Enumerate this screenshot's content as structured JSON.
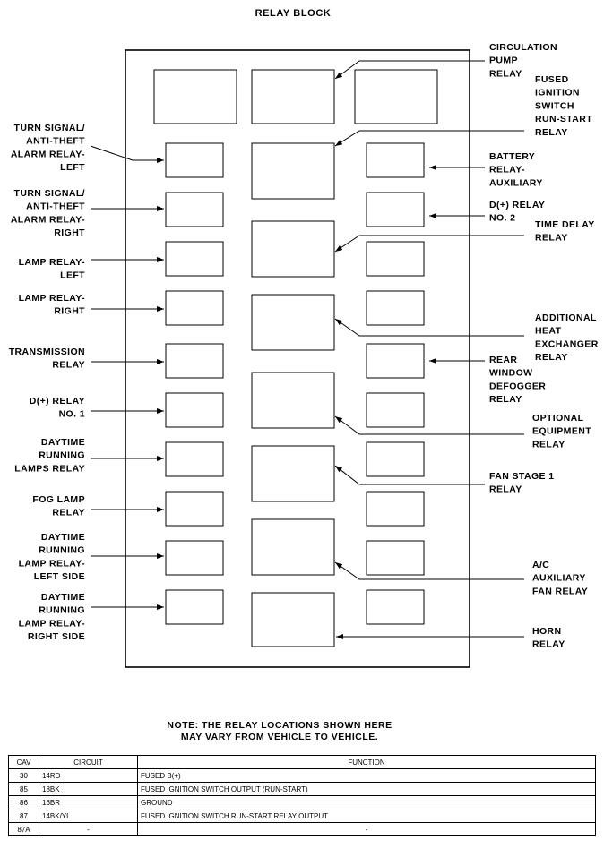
{
  "title": "RELAY BLOCK",
  "left_labels": [
    {
      "id": "turn-signal-left",
      "lines": [
        "TURN SIGNAL/",
        "ANTI-THEFT",
        "ALARM RELAY-",
        "LEFT"
      ]
    },
    {
      "id": "turn-signal-right",
      "lines": [
        "TURN SIGNAL/",
        "ANTI-THEFT",
        "ALARM RELAY-",
        "RIGHT"
      ]
    },
    {
      "id": "lamp-relay-left",
      "lines": [
        "LAMP RELAY-",
        "LEFT"
      ]
    },
    {
      "id": "lamp-relay-right",
      "lines": [
        "LAMP RELAY-",
        "RIGHT"
      ]
    },
    {
      "id": "transmission-relay",
      "lines": [
        "TRANSMISSION",
        "RELAY"
      ]
    },
    {
      "id": "d-plus-relay-1",
      "lines": [
        "D(+) RELAY",
        "NO. 1"
      ]
    },
    {
      "id": "drl-relay",
      "lines": [
        "DAYTIME",
        "RUNNING",
        "LAMPS RELAY"
      ]
    },
    {
      "id": "fog-lamp-relay",
      "lines": [
        "FOG LAMP",
        "RELAY"
      ]
    },
    {
      "id": "drl-left-side",
      "lines": [
        "DAYTIME",
        "RUNNING",
        "LAMP RELAY-",
        "LEFT SIDE"
      ]
    },
    {
      "id": "drl-right-side",
      "lines": [
        "DAYTIME",
        "RUNNING",
        "LAMP RELAY-",
        "RIGHT SIDE"
      ]
    }
  ],
  "right_labels": [
    {
      "id": "circulation-pump-relay",
      "lines": [
        "CIRCULATION",
        "PUMP",
        "RELAY"
      ]
    },
    {
      "id": "fused-ignition-relay",
      "lines": [
        "FUSED",
        "IGNITION",
        "SWITCH",
        "RUN-START",
        "RELAY"
      ]
    },
    {
      "id": "battery-relay-aux",
      "lines": [
        "BATTERY",
        "RELAY-",
        "AUXILIARY"
      ]
    },
    {
      "id": "d-plus-relay-2",
      "lines": [
        "D(+) RELAY",
        "NO. 2"
      ]
    },
    {
      "id": "time-delay-relay",
      "lines": [
        "TIME DELAY",
        "RELAY"
      ]
    },
    {
      "id": "additional-heat-exchanger-relay",
      "lines": [
        "ADDITIONAL",
        "HEAT",
        "EXCHANGER",
        "RELAY"
      ]
    },
    {
      "id": "rear-window-defogger-relay",
      "lines": [
        "REAR",
        "WINDOW",
        "DEFOGGER",
        "RELAY"
      ]
    },
    {
      "id": "optional-equipment-relay",
      "lines": [
        "OPTIONAL",
        "EQUIPMENT",
        "RELAY"
      ]
    },
    {
      "id": "fan-stage-1-relay",
      "lines": [
        "FAN STAGE 1",
        "RELAY"
      ]
    },
    {
      "id": "ac-aux-fan-relay",
      "lines": [
        "A/C",
        "AUXILIARY",
        "FAN RELAY"
      ]
    },
    {
      "id": "horn-relay",
      "lines": [
        "HORN",
        "RELAY"
      ]
    }
  ],
  "note": {
    "line1": "NOTE: THE RELAY LOCATIONS SHOWN HERE",
    "line2": "MAY VARY FROM VEHICLE TO VEHICLE."
  },
  "table": {
    "headers": [
      "CAV",
      "CIRCUIT",
      "FUNCTION"
    ],
    "rows": [
      [
        "30",
        "14RD",
        "FUSED B(+)"
      ],
      [
        "85",
        "18BK",
        "FUSED IGNITION SWITCH OUTPUT (RUN-START)"
      ],
      [
        "86",
        "16BR",
        "GROUND"
      ],
      [
        "87",
        "14BK/YL",
        "FUSED IGNITION SWITCH RUN-START RELAY OUTPUT"
      ],
      [
        "87A",
        "-",
        "-"
      ]
    ]
  }
}
